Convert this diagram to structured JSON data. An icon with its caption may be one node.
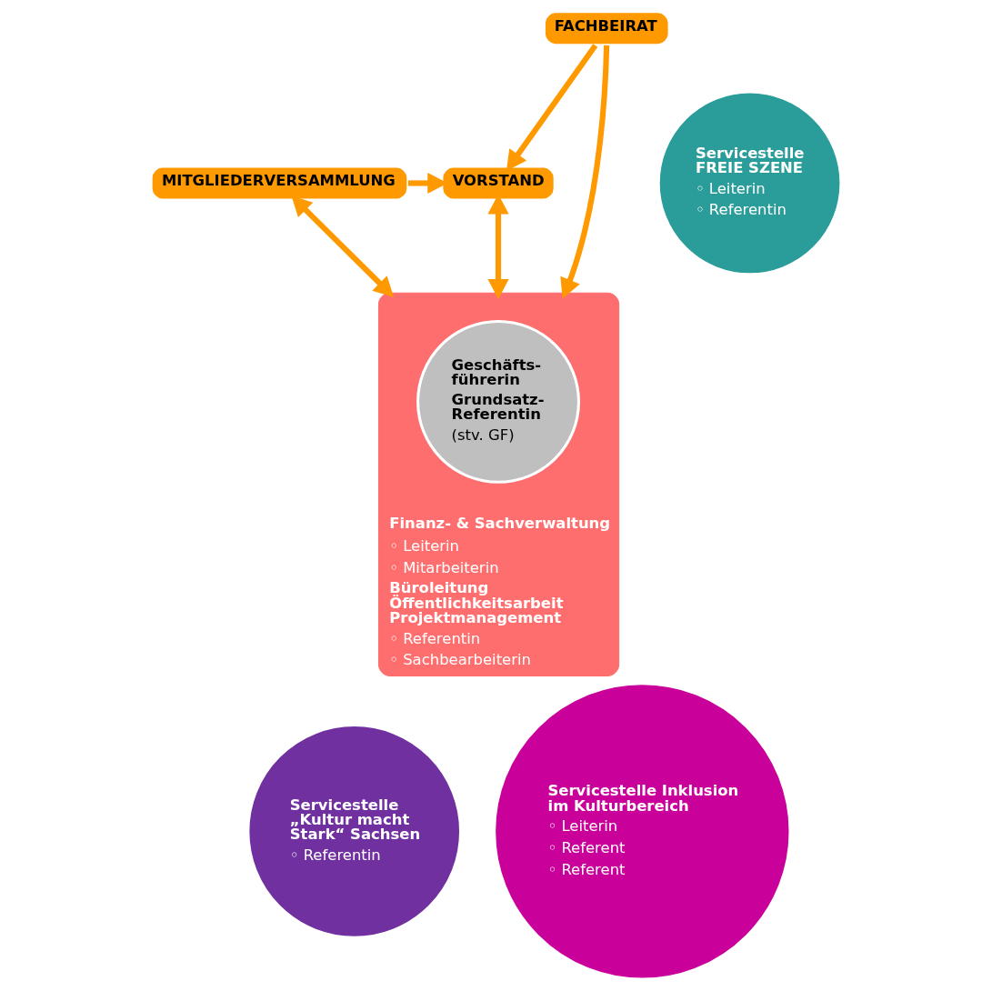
{
  "diagram": {
    "nodes": [
      {
        "text": [
          "VORSTAND"
        ]
      },
      {
        "text": [
          "MITGLIEDERVERSAMMLUNG"
        ]
      },
      {
        "text": [
          "FACHBEIRAT"
        ]
      },
      {
        "text": [
          "Finanz- & Sachverwaltung",
          "◦ Leiterin",
          "◦ Mitarbeiterin",
          "Büroleitung Öffentlichkeitsarbeit Projektmanagement",
          "◦ Referentin",
          "◦ Sachbearbeiterin"
        ]
      },
      {
        "text": [
          "Geschäfts- führerin",
          "Grundsatz- Referentin",
          "(stv. GF)"
        ],
        "in": 3
      },
      {
        "text": [
          "Servicestelle FREIE SZENE",
          "◦ Leiterin",
          "◦ Referentin"
        ]
      },
      {
        "text": [
          "Servicestelle „Kultur macht Stark“ Sachsen",
          "◦ Referentin"
        ]
      },
      {
        "text": [
          "Servicestelle Inklusion im Kulturbereich",
          "◦ Leiterin",
          "◦ Referent",
          "◦ Referent"
        ]
      }
    ],
    "edges": [
      {
        "from": 1,
        "to": 0,
        "arrow": "to"
      },
      {
        "from": 2,
        "to": 0,
        "arrow": "to"
      },
      {
        "from": 0,
        "to": 3,
        "arrow": "both"
      },
      {
        "from": 2,
        "to": 3,
        "arrow": "to"
      },
      {
        "from": 1,
        "to": 3,
        "arrow": "both"
      }
    ]
  }
}
